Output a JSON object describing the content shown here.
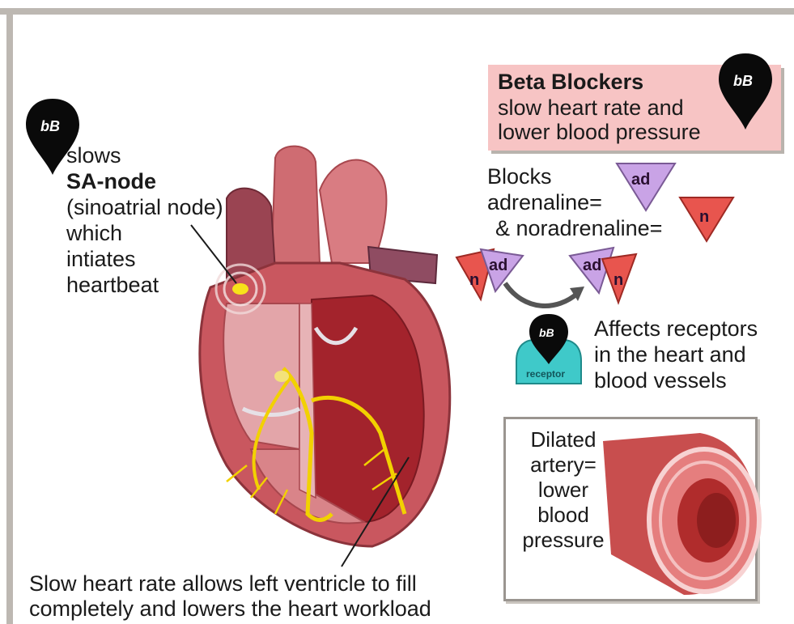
{
  "sa_node": {
    "pin_label": "bB",
    "line1": "slows",
    "line2": "SA-node",
    "line3": "(sinoatrial node)",
    "line4": "which",
    "line5": "intiates",
    "line6": "heartbeat"
  },
  "beta_box": {
    "pin_label": "bB",
    "title": "Beta Blockers",
    "line2": "slow heart rate and",
    "line3": "lower blood pressure"
  },
  "blocks": {
    "line1": "Blocks",
    "line2": "adrenaline=",
    "line3": "& noradrenaline=",
    "ad_label": "ad",
    "n_label": "n"
  },
  "receptor": {
    "pin_label": "bB",
    "receptor_label": "receptor",
    "line1": "Affects receptors",
    "line2": "in the heart and",
    "line3": "blood vessels"
  },
  "artery": {
    "line1": "Dilated",
    "line2": "artery=",
    "line3": "lower",
    "line4": "blood",
    "line5": "pressure"
  },
  "bottom": {
    "line1": "Slow heart rate allows left ventricle to fill",
    "line2": "completely and lowers the heart workload"
  },
  "colors": {
    "beta_box_bg": "#f7c4c4",
    "ad_triangle": "#c9a3e6",
    "n_triangle": "#e8554e",
    "receptor": "#3fc9c9",
    "pin": "#0a0a0a",
    "heart_muscle": "#c9575f",
    "conduction": "#f2d100"
  }
}
